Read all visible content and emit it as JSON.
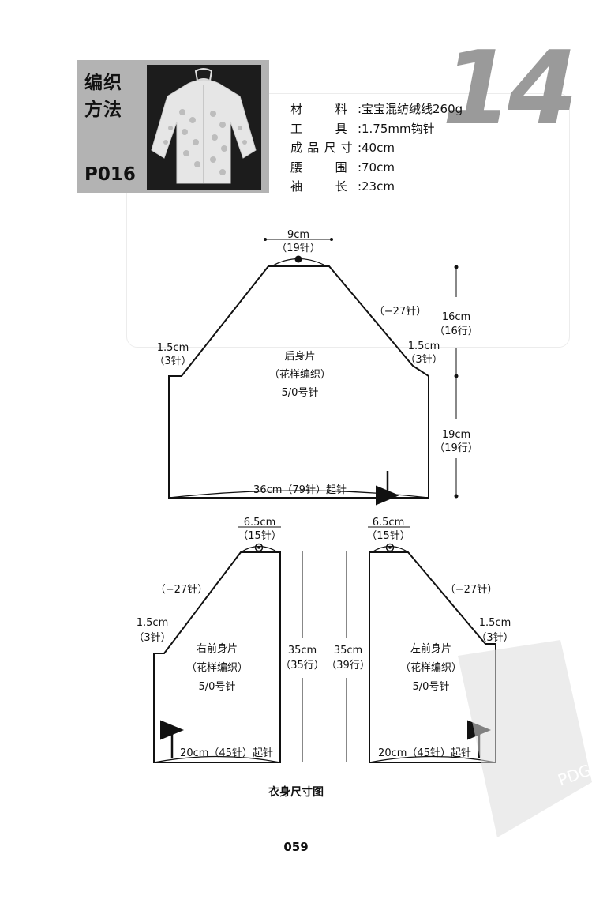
{
  "header": {
    "title_line1": "编织",
    "title_line2": "方法",
    "pattern_code": "P016",
    "number": "14"
  },
  "specs": [
    {
      "label": "材　料:",
      "value": "宝宝混纺绒线260g"
    },
    {
      "label": "工　具:",
      "value": "1.75mm钩针"
    },
    {
      "label": "成品尺寸:",
      "value": "40cm"
    },
    {
      "label": "腰　围:",
      "value": "70cm"
    },
    {
      "label": "袖　长:",
      "value": "23cm"
    }
  ],
  "back_piece": {
    "name": "后身片",
    "stitch": "（花样编织）",
    "needle": "5/0号针",
    "neck_width": "9cm",
    "neck_sts": "（19针）",
    "shoulder_dec": "（−27针）",
    "left_step": "1.5cm",
    "left_step_sts": "（3针）",
    "right_step": "1.5cm",
    "right_step_sts": "（3针）",
    "upper_height": "16cm",
    "upper_rows": "（16行）",
    "lower_height": "19cm",
    "lower_rows": "（19行）",
    "cast_on": "36cm（79针）起针"
  },
  "right_front": {
    "name": "右前身片",
    "stitch": "（花样编织）",
    "needle": "5/0号针",
    "neck_width": "6.5cm",
    "neck_sts": "（15针）",
    "shoulder_dec": "（−27针）",
    "step": "1.5cm",
    "step_sts": "（3针）",
    "cast_on": "20cm（45针）起针"
  },
  "left_front": {
    "name": "左前身片",
    "stitch": "（花样编织）",
    "needle": "5/0号针",
    "neck_width": "6.5cm",
    "neck_sts": "（15针）",
    "shoulder_dec": "（−27针）",
    "step": "1.5cm",
    "step_sts": "（3针）",
    "cast_on": "20cm（45针）起针"
  },
  "front_height": {
    "left_value": "35cm",
    "left_rows": "（35行）",
    "right_value": "35cm",
    "right_rows": "（39行）"
  },
  "watermark": {
    "text": "PDG"
  },
  "caption": "衣身尺寸图",
  "page_number": "059",
  "colors": {
    "header_box": "#b3b3b3",
    "big_number": "#9a9a9a",
    "line": "#111111"
  }
}
